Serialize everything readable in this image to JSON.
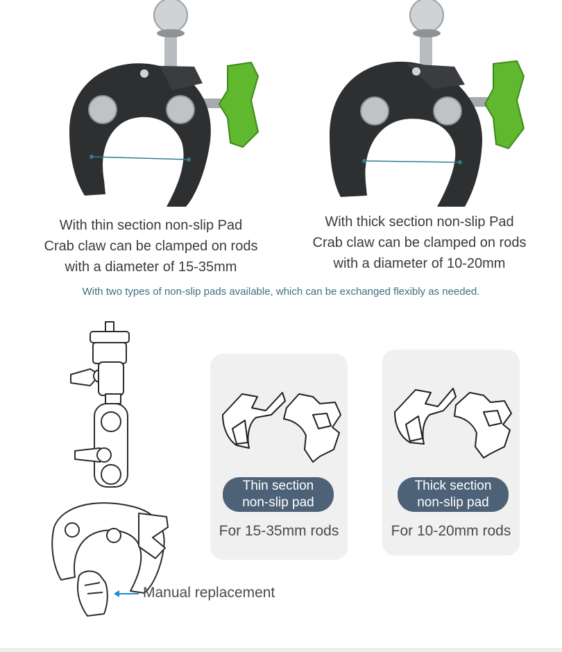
{
  "top_left": {
    "caption_lines": [
      "With thin section non-slip Pad",
      "Crab claw can be clamped on rods",
      "with a diameter of 15-35mm"
    ]
  },
  "top_right": {
    "caption_lines": [
      "With thick section non-slip Pad",
      "Crab claw can be clamped on rods",
      "with a diameter of 10-20mm"
    ]
  },
  "note": "With two types of non-slip pads available, which can be exchanged flexibly as needed.",
  "thin_card": {
    "pill_lines": [
      "Thin section",
      "non-slip pad"
    ],
    "rods": "For 15-35mm rods"
  },
  "thick_card": {
    "pill_lines": [
      "Thick section",
      "non-slip pad"
    ],
    "rods": "For 10-20mm rods"
  },
  "manual_label": "Manual replacement",
  "colors": {
    "knob_green": "#5fb82e",
    "pill_bg": "#4d6277",
    "note_text": "#3d6f82",
    "card_bg": "#f0f0f0"
  }
}
